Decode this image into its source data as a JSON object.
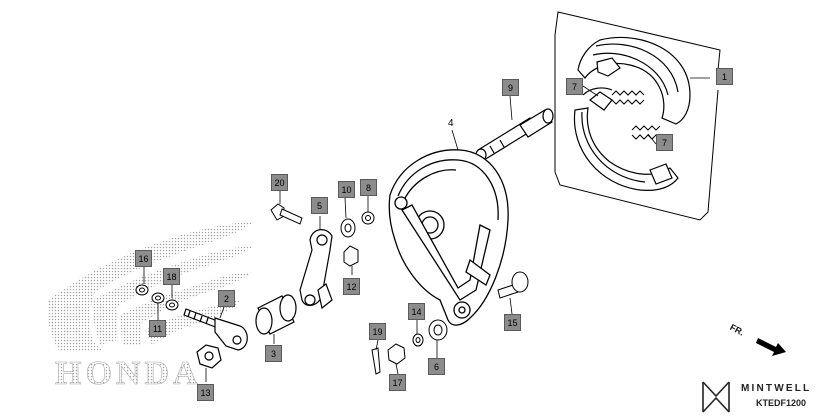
{
  "diagram": {
    "part_callouts": [
      "1",
      "2",
      "3",
      "5",
      "6",
      "7",
      "7",
      "8",
      "9",
      "10",
      "11",
      "12",
      "13",
      "14",
      "15",
      "16",
      "17",
      "18",
      "19",
      "20"
    ],
    "plain_label": "4",
    "direction_label": "FR.",
    "brand_name": "MINTWELL",
    "diagram_code": "KTEDF1200",
    "watermark_text": "HONDA",
    "icons": [
      "honda-wing-watermark",
      "mintwell-logo-icon",
      "forward-arrow-icon"
    ],
    "colors": {
      "callout_fill": "#8c8c8c",
      "line": "#000000",
      "watermark_dots": "#9a9a9a"
    }
  }
}
